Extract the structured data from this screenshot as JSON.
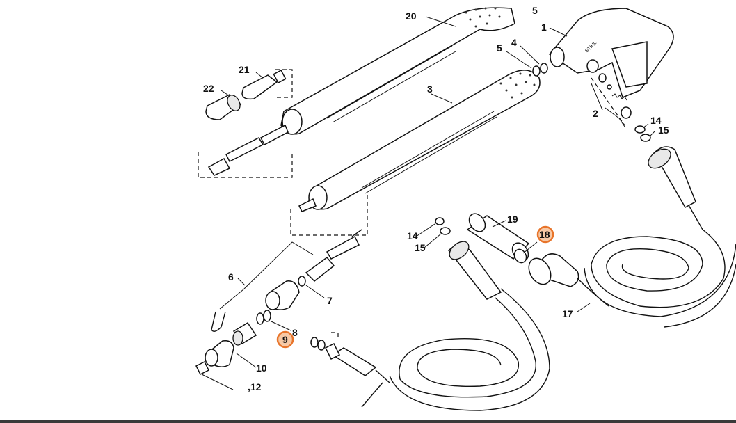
{
  "diagram": {
    "labels": {
      "l1": "1",
      "l2": "2",
      "l3": "3",
      "l4": "4",
      "l5a": "5",
      "l5b": "5",
      "l6": "6",
      "l7": "7",
      "l8": "8",
      "l9": "9",
      "l10": "10",
      "l12": ",12",
      "l14a": "14",
      "l15a": "15",
      "l14b": "14",
      "l15b": "15",
      "l17": "17",
      "l18": "18",
      "l19": "19",
      "l20": "20",
      "l21": "21",
      "l22": "22"
    },
    "highlight_color": "#e8742a",
    "brand_mark": "STIHL"
  }
}
